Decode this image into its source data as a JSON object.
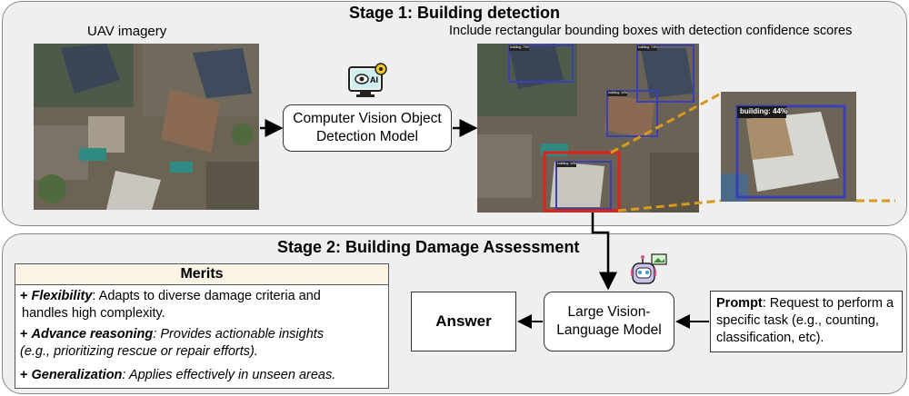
{
  "stage1": {
    "title": "Stage 1: Building detection",
    "uav_caption": "UAV imagery",
    "detect_caption": "Include rectangular bounding boxes with detection confidence scores",
    "model_label_line1": "Computer Vision Object",
    "model_label_line2": "Detection Model",
    "model_icon_text": "AI",
    "bbox_labels": [
      "building: 70%",
      "building: 74%",
      "building: 44%",
      "building: 44%"
    ],
    "zoom_label": "building: 44%"
  },
  "stage2": {
    "title": "Stage 2: Building Damage Assessment",
    "merits_title": "Merits",
    "merits": [
      {
        "name": "Flexibility",
        "line1": ": Adapts to diverse damage criteria and",
        "line2": "handles high complexity."
      },
      {
        "name": "Advance reasoning",
        "line1": ": Provides actionable insights",
        "line2": "(e.g., prioritizing rescue or repair efforts)."
      },
      {
        "name": "Generalization",
        "line1": ": Applies effectively in unseen areas.",
        "line2": ""
      }
    ],
    "merit_prefix": "+ ",
    "answer_label": "Answer",
    "lvlm_line1": "Large Vision-",
    "lvlm_line2": "Language Model",
    "prompt_bold": "Prompt",
    "prompt_text": ": Request to perform a specific task (e.g., counting, classification, etc)."
  },
  "colors": {
    "stage_bg": "#efefef",
    "merits_header": "#fbf3e3",
    "bbox_blue": "#3b3fb5",
    "bbox_red": "#e0201c",
    "connector_gold": "#d89a1c"
  },
  "icons": [
    "monitor-ai-icon",
    "robot-icon"
  ]
}
